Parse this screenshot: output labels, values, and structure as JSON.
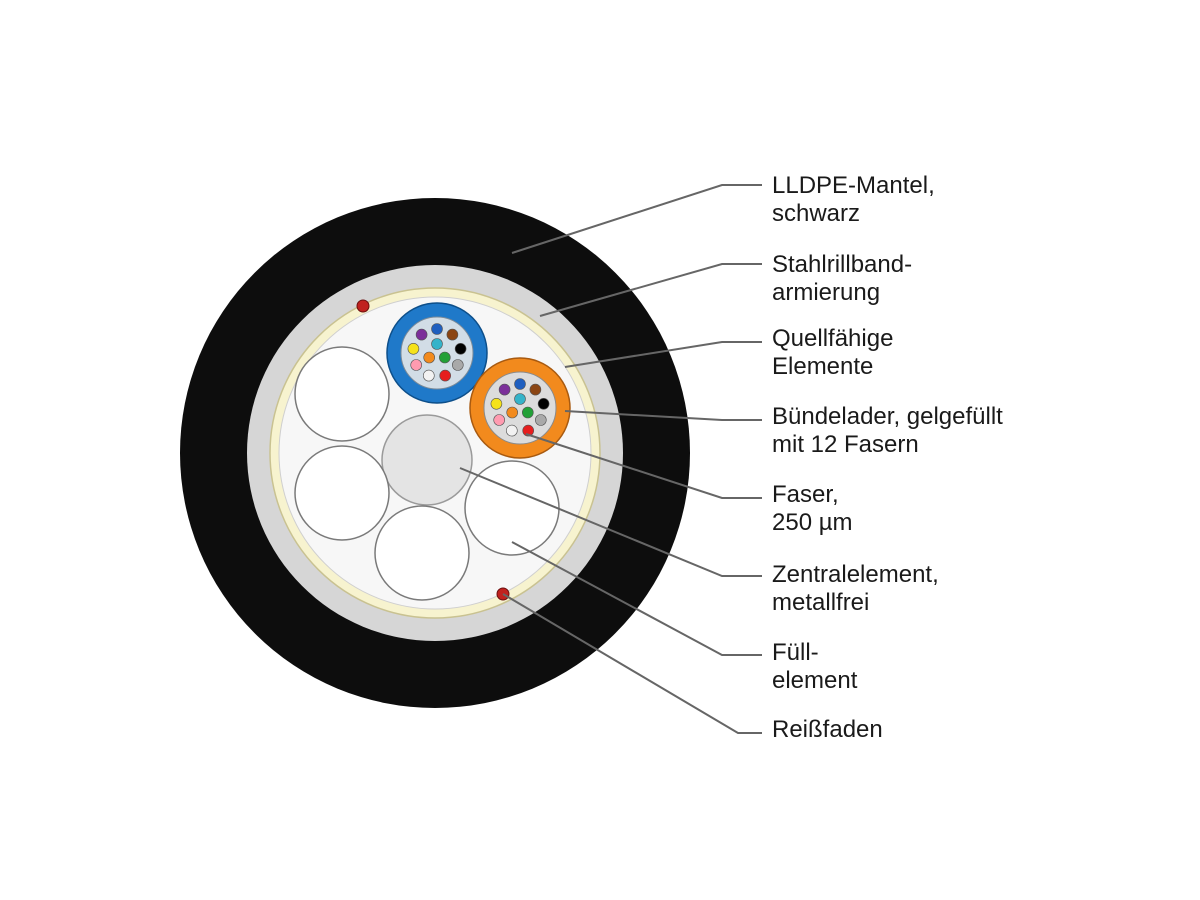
{
  "colors": {
    "jacket": "#0d0d0d",
    "armor": "#d6d6d6",
    "swelling_ring": "#f7f3cf",
    "core_fill": "#f7f7f7",
    "tube_blue": "#1f79c9",
    "tube_orange": "#f28a1d",
    "ripcord": "#c0221f",
    "leader_line": "#666666"
  },
  "labels": {
    "jacket": {
      "line1": "LLDPE-Mantel,",
      "line2": "schwarz"
    },
    "armor": {
      "line1": "Stahlrillband-",
      "line2": "armierung"
    },
    "swelling": {
      "line1": "Quellfähige",
      "line2": "Elemente"
    },
    "tube": {
      "line1": "Bündelader, gelgefüllt",
      "line2": "mit 12 Fasern"
    },
    "fiber": {
      "line1": "Faser,",
      "line2": "250 µm"
    },
    "central": {
      "line1": "Zentralelement,",
      "line2": "metallfrei"
    },
    "filler": {
      "line1": "Füll-",
      "line2": "element"
    },
    "ripcord": {
      "line1": "Reißfaden"
    }
  },
  "fiber_colors": [
    "#1f5fbf",
    "#8b4513",
    "#000000",
    "#a9a9a9",
    "#e61e1e",
    "#f2f2f2",
    "#ff9bb0",
    "#f5e21a",
    "#7b2f9a",
    "#22a037",
    "#f28a1d",
    "#35b3c9"
  ]
}
